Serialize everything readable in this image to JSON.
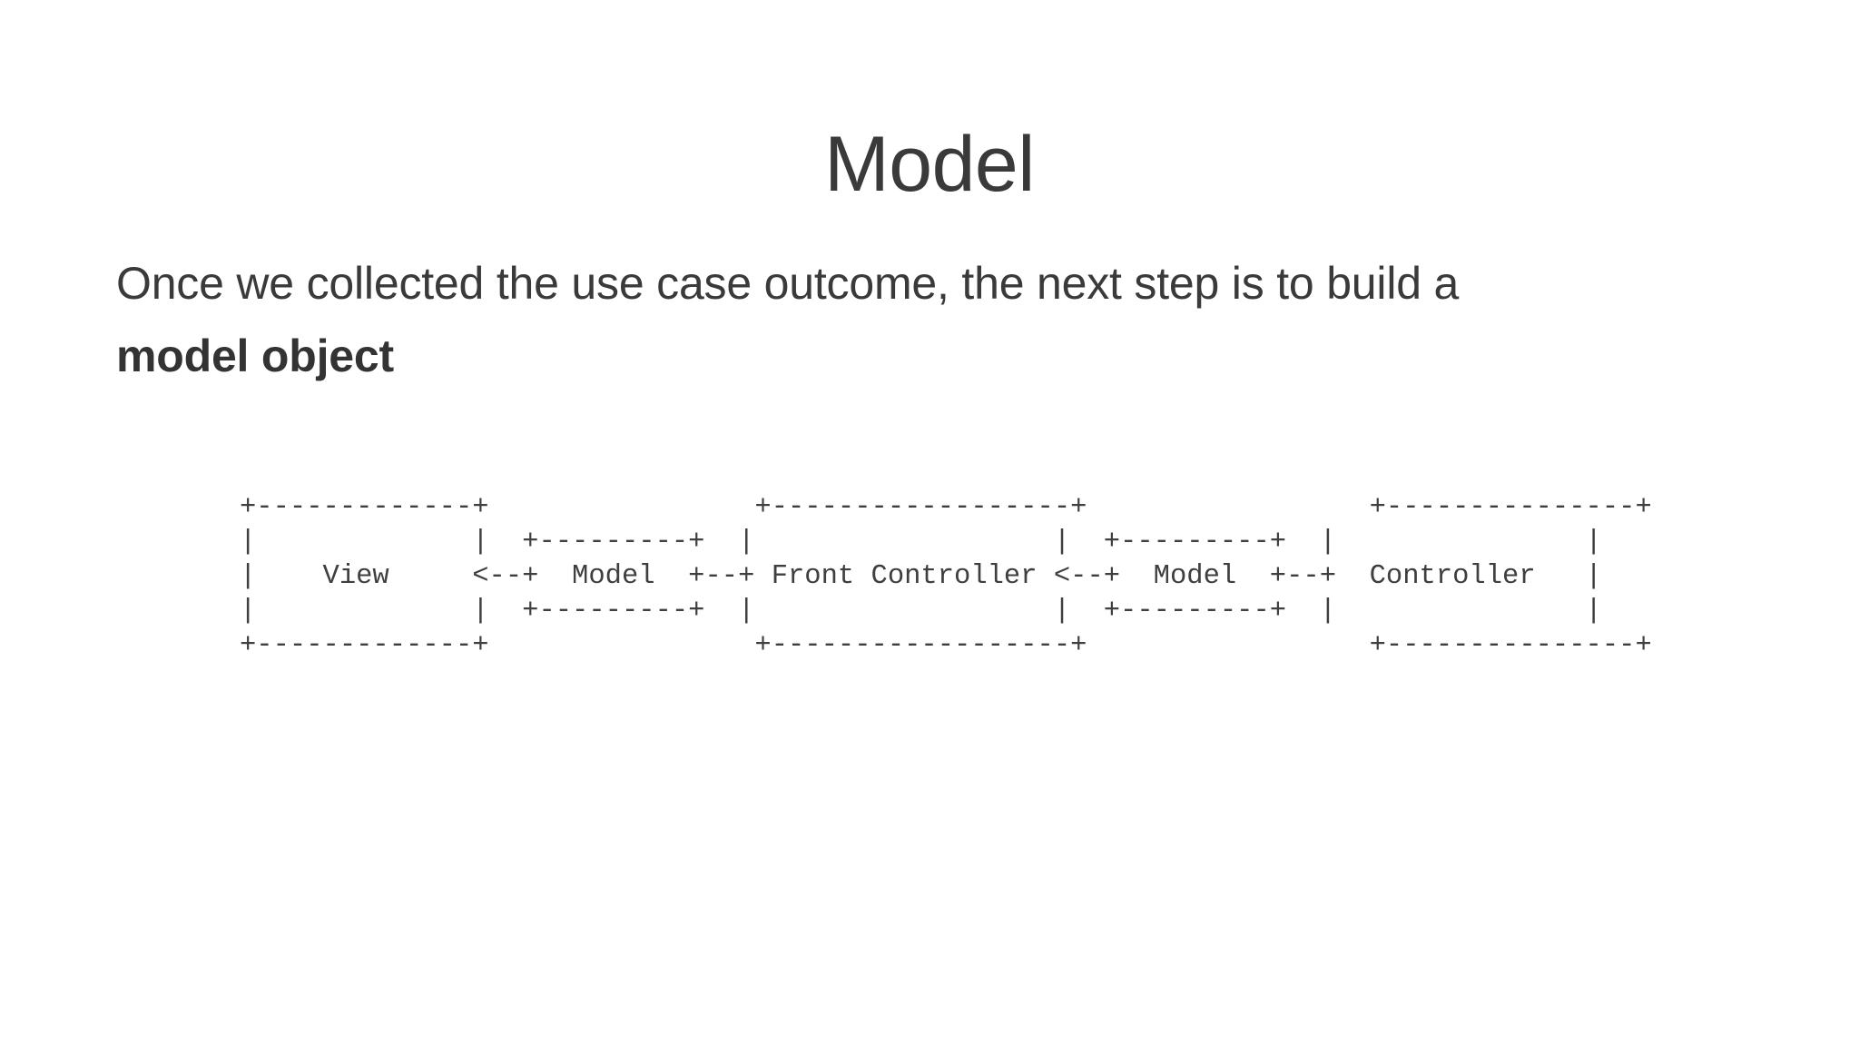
{
  "slide": {
    "title": "Model",
    "background_color": "#ffffff",
    "text_color": "#3a3a3a"
  },
  "body": {
    "lines": [
      {
        "text": "Once we collected the use case outcome, the next step is to build a",
        "strong": false
      },
      {
        "text": "model object",
        "strong": true
      }
    ]
  },
  "diagram": {
    "type": "ascii-art",
    "description": "MVC flow: View <-- Model <-- Front Controller <-- Model <-- Controller",
    "boxes": [
      "View",
      "Model",
      "Front Controller",
      "Model",
      "Controller"
    ],
    "connectors": [
      "<--+",
      "+--+",
      "<--+",
      "+--+"
    ],
    "art": "+-------------+                +------------------+                 +---------------+\n|             |  +---------+  |                  |  +---------+  |               |\n|    View     <--+  Model  +--+ Front Controller <--+  Model  +--+  Controller   |\n|             |  +---------+  |                  |  +---------+  |               |\n+-------------+                +------------------+                 +---------------+"
  }
}
